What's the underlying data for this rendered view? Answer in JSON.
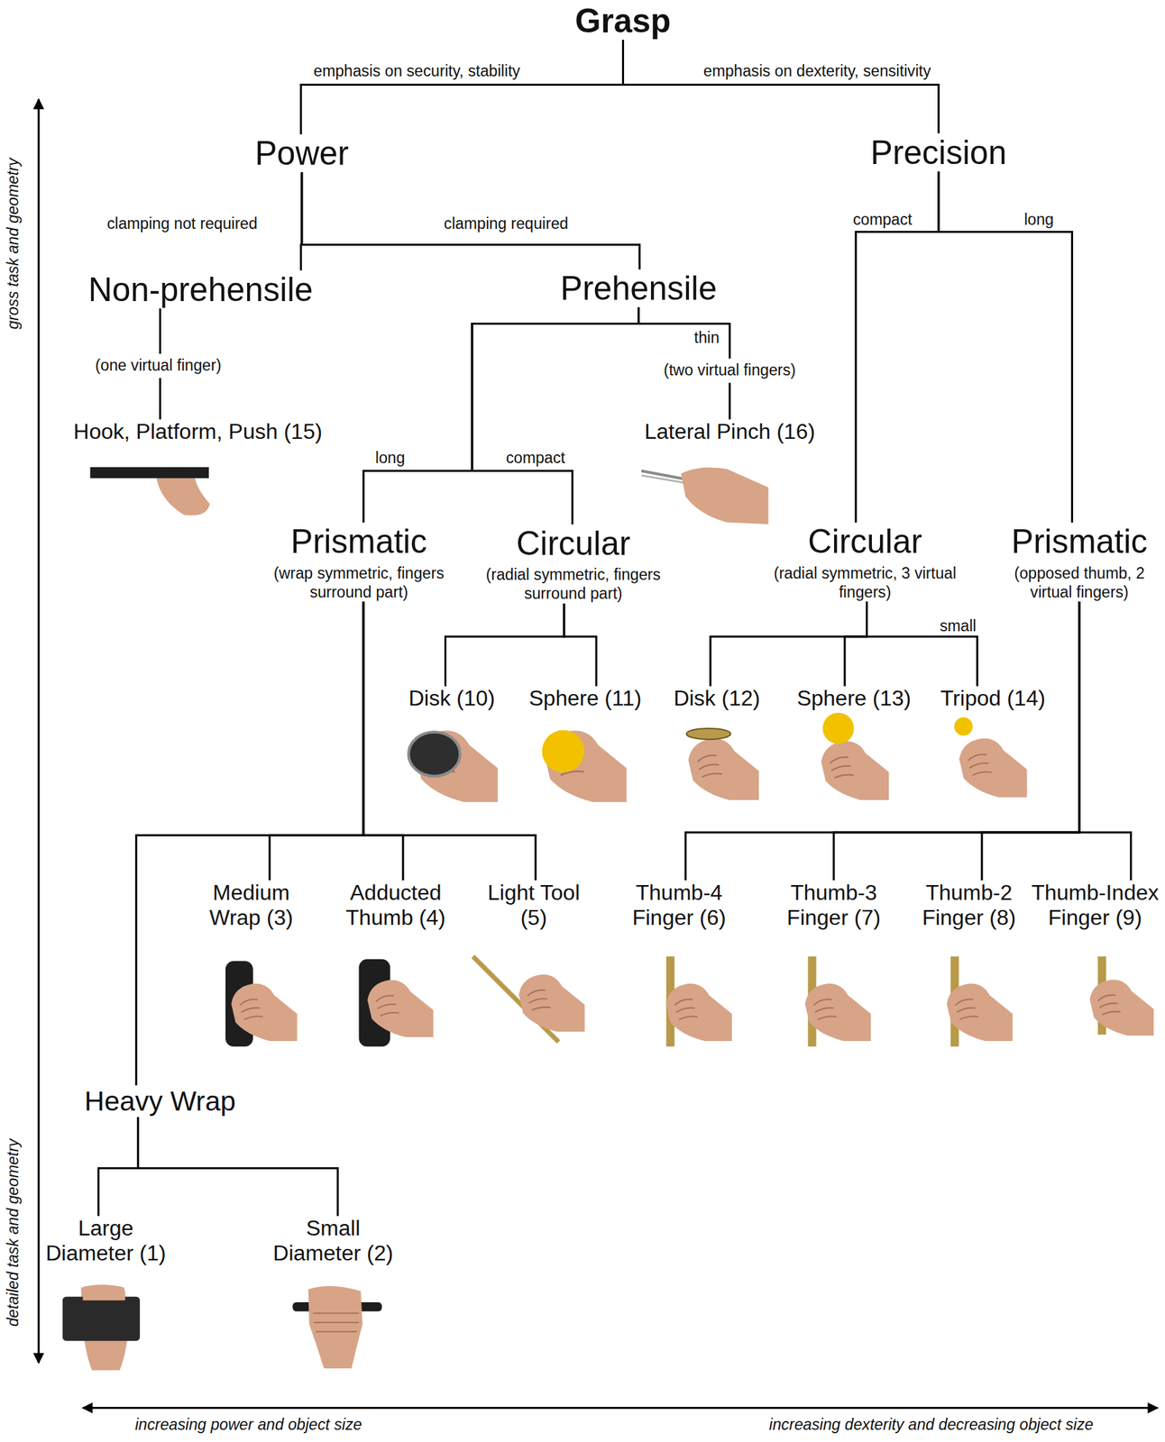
{
  "diagram": {
    "nodes": [
      {
        "text": [
          "Grasp"
        ]
      },
      {
        "text": [
          "Power"
        ]
      },
      {
        "text": [
          "Precision"
        ]
      },
      {
        "text": [
          "Non-prehensile"
        ]
      },
      {
        "text": [
          "Prehensile"
        ]
      },
      {
        "text": [
          "Hook, Platform, Push (15)"
        ]
      },
      {
        "text": [
          "Lateral Pinch (16)"
        ]
      },
      {
        "text": [
          "Prismatic",
          "(wrap symmetric, fingers surround part)"
        ]
      },
      {
        "text": [
          "Circular",
          "(radial symmetric, fingers surround part)"
        ]
      },
      {
        "text": [
          "Circular",
          "(radial symmetric, 3 virtual fingers)"
        ]
      },
      {
        "text": [
          "Prismatic",
          "(opposed thumb, 2 virtual fingers)"
        ]
      },
      {
        "text": [
          "Disk (10)"
        ]
      },
      {
        "text": [
          "Sphere (11)"
        ]
      },
      {
        "text": [
          "Disk (12)"
        ]
      },
      {
        "text": [
          "Sphere (13)"
        ]
      },
      {
        "text": [
          "Tripod (14)"
        ]
      },
      {
        "text": [
          "Medium Wrap (3)"
        ]
      },
      {
        "text": [
          "Adducted Thumb (4)"
        ]
      },
      {
        "text": [
          "Light Tool (5)"
        ]
      },
      {
        "text": [
          "Thumb-4 Finger (6)"
        ]
      },
      {
        "text": [
          "Thumb-3 Finger (7)"
        ]
      },
      {
        "text": [
          "Thumb-2 Finger (8)"
        ]
      },
      {
        "text": [
          "Thumb-Index Finger (9)"
        ]
      },
      {
        "text": [
          "Heavy Wrap"
        ]
      },
      {
        "text": [
          "Large Diameter (1)"
        ]
      },
      {
        "text": [
          "Small Diameter (2)"
        ]
      }
    ],
    "edges": [
      {
        "from": 0,
        "to": 1,
        "arrow": "none",
        "label": "emphasis on security, stability"
      },
      {
        "from": 0,
        "to": 2,
        "arrow": "none",
        "label": "emphasis on dexterity, sensitivity"
      },
      {
        "from": 1,
        "to": 3,
        "arrow": "none",
        "label": "clamping not required"
      },
      {
        "from": 1,
        "to": 4,
        "arrow": "none",
        "label": "clamping required"
      },
      {
        "from": 2,
        "to": 9,
        "arrow": "none",
        "label": "compact"
      },
      {
        "from": 2,
        "to": 10,
        "arrow": "none",
        "label": "long"
      },
      {
        "from": 3,
        "to": 5,
        "arrow": "none",
        "label": "(one virtual finger)"
      },
      {
        "from": 4,
        "to": 6,
        "arrow": "none",
        "label": "thin"
      },
      {
        "from": 4,
        "to": 7,
        "arrow": "none",
        "label": "long"
      },
      {
        "from": 4,
        "to": 8,
        "arrow": "none",
        "label": "compact"
      },
      {
        "from": 8,
        "to": 11,
        "arrow": "none"
      },
      {
        "from": 8,
        "to": 12,
        "arrow": "none"
      },
      {
        "from": 9,
        "to": 13,
        "arrow": "none"
      },
      {
        "from": 9,
        "to": 14,
        "arrow": "none"
      },
      {
        "from": 9,
        "to": 15,
        "arrow": "none",
        "label": "small"
      },
      {
        "from": 7,
        "to": 23,
        "arrow": "none"
      },
      {
        "from": 7,
        "to": 16,
        "arrow": "none"
      },
      {
        "from": 7,
        "to": 17,
        "arrow": "none"
      },
      {
        "from": 7,
        "to": 18,
        "arrow": "none"
      },
      {
        "from": 10,
        "to": 19,
        "arrow": "none"
      },
      {
        "from": 10,
        "to": 20,
        "arrow": "none"
      },
      {
        "from": 10,
        "to": 21,
        "arrow": "none"
      },
      {
        "from": 10,
        "to": 22,
        "arrow": "none"
      },
      {
        "from": 23,
        "to": 24,
        "arrow": "none"
      },
      {
        "from": 23,
        "to": 25,
        "arrow": "none"
      }
    ],
    "labels": [
      "(two virtual fingers)",
      "gross task and geometry",
      "detailed task and geometry",
      "increasing power and object size",
      "increasing dexterity and decreasing object size"
    ]
  }
}
